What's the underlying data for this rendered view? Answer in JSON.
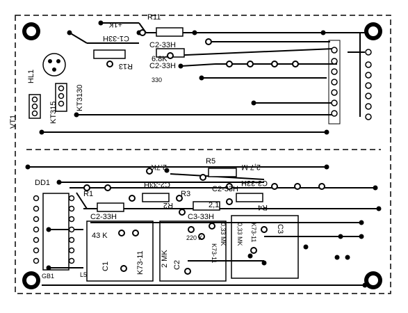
{
  "board": {
    "labels": {
      "r11": "R11",
      "c1_33": "C1-33H",
      "c2_33h_a": "C2-33H",
      "c2_33h_b": "C2-33H",
      "c2_33h_c": "C2-33H",
      "c3_33h": "C3-33H",
      "r13": "R13",
      "r_67k": "6.8K",
      "r_330": "330",
      "ht1": "HL1",
      "kt3130": "KT3130",
      "kt315": "KT315",
      "vt1": "VT1",
      "r5": "R5",
      "r2_7k": "2.7K",
      "r_27m": "2,7 M",
      "dd1": "DD1",
      "r1": "R1",
      "r3": "R3",
      "c2_33h_d": "C2-33H",
      "c2_33h_e": "C2-33H",
      "r2": "R2",
      "r21": "2,1",
      "r4": "R4",
      "c3_33h_b": "C3-33H",
      "r_43k": "43 K",
      "k73_11": "K73-11",
      "c1": "C1",
      "r_2mk": "2 MK",
      "c2": "C2",
      "r_220k": "220 K",
      "r_033mk": "0,33 MK",
      "r_033mk_b": "0,33 MK",
      "k73_b": "K73-11",
      "k73_c": "K73-11",
      "c3": "C3",
      "b1": "GB1",
      "l5": "L5",
      "pin1": "+1K"
    }
  }
}
